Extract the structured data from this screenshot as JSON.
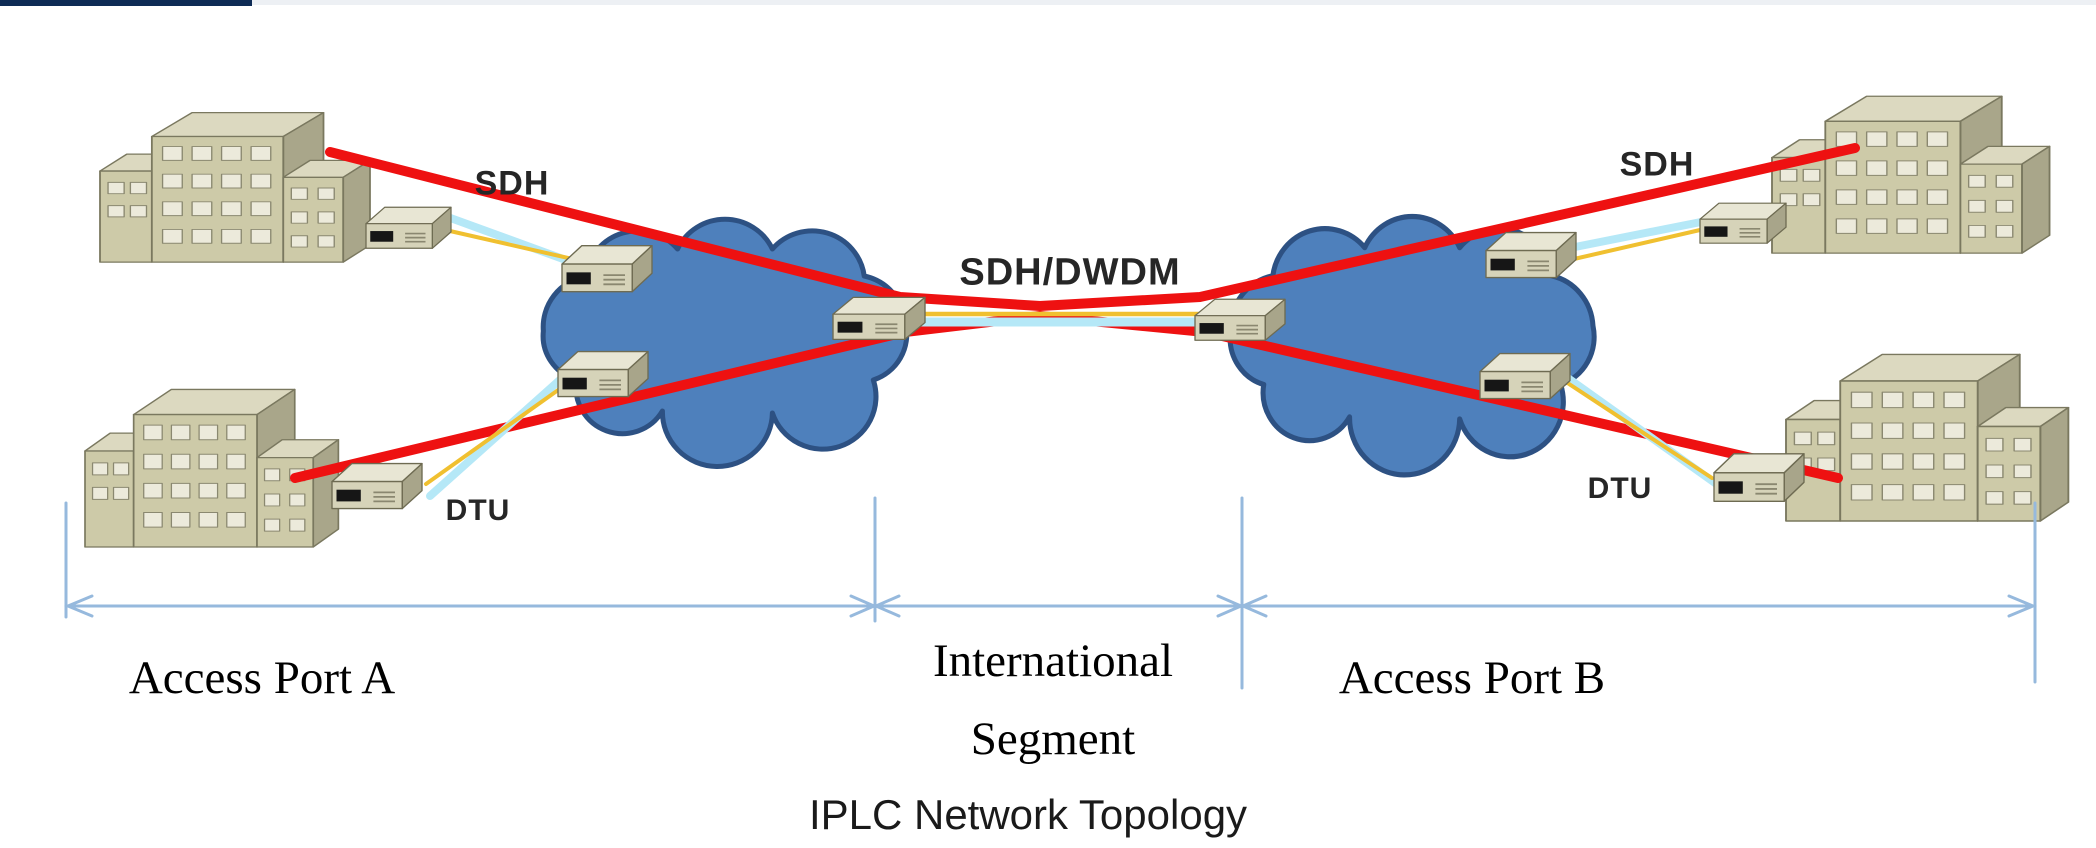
{
  "diagram": {
    "title": "IPLC Network Topology",
    "segment_labels": {
      "a": "Access Port A",
      "international_line1": "International",
      "international_line2": "Segment",
      "b": "Access Port B"
    },
    "link_labels": {
      "sdh_left": "SDH",
      "sdh_right": "SDH",
      "sdh_dwdm": "SDH/DWDM",
      "dtu_left": "DTU",
      "dtu_right": "DTU"
    },
    "colors": {
      "sdh_circuit_red": "#ee1111",
      "fiber_yellow": "#f0c030",
      "fiber_cyan": "#b5e8f7",
      "cloud_fill": "#4e80bc",
      "cloud_stroke": "#2d5183",
      "dimension_blue": "#96b9dd",
      "building_wall": "#cdcaa8",
      "building_roof": "#dcd9c0",
      "building_side": "#a9a68a",
      "device_top": "#e8e6d4",
      "device_front": "#d6d3b9",
      "device_side": "#a8a58a",
      "title_bar_navy": "#0e2b55",
      "title_bar_strip": "#edf0f4"
    },
    "topology": {
      "segments": [
        {
          "label": "Access Port A",
          "link_types": [
            "SDH",
            "DTU"
          ]
        },
        {
          "label": "International Segment",
          "link_types": [
            "SDH/DWDM"
          ]
        },
        {
          "label": "Access Port B",
          "link_types": [
            "SDH",
            "DTU"
          ]
        }
      ],
      "clouds": [
        {
          "name": "carrier-cloud-a",
          "devices": 3
        },
        {
          "name": "carrier-cloud-b",
          "devices": 3
        }
      ],
      "links": [
        {
          "from": "building-a1",
          "to": "building-b1",
          "type": "SDH circuit"
        },
        {
          "from": "building-a2",
          "to": "building-b2",
          "type": "SDH circuit"
        },
        {
          "from": "cloud-a-gateway",
          "to": "cloud-b-gateway",
          "type": "SDH/DWDM international segment"
        }
      ]
    }
  }
}
